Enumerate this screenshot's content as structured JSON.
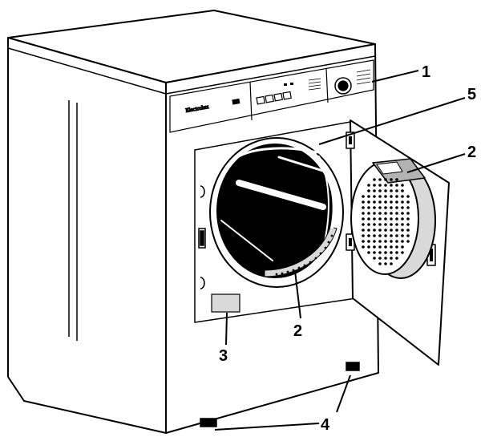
{
  "brand": {
    "logo_text": "Electrolux"
  },
  "callouts": [
    {
      "id": "c1",
      "label": "1"
    },
    {
      "id": "c2a",
      "label": "2"
    },
    {
      "id": "c2b",
      "label": "2"
    },
    {
      "id": "c3",
      "label": "3"
    },
    {
      "id": "c4",
      "label": "4"
    },
    {
      "id": "c5",
      "label": "5"
    }
  ],
  "colors": {
    "line": "#000000",
    "background": "#ffffff",
    "drum_interior": "#000000",
    "light_gray": "#d9d9d9",
    "mid_gray": "#b3b3b3"
  }
}
